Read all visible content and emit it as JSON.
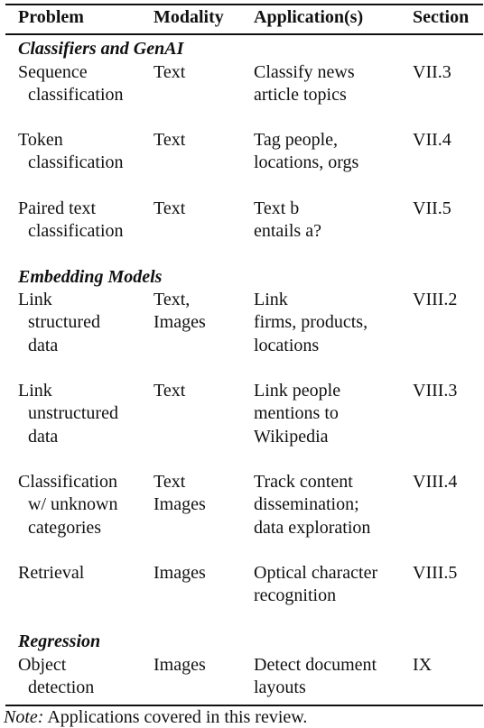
{
  "table": {
    "headers": {
      "problem": "Problem",
      "modality": "Modality",
      "applications": "Application(s)",
      "section": "Section"
    },
    "groups": [
      {
        "title": "Classifiers and GenAI",
        "rows": [
          {
            "problem": [
              "Sequence",
              "classification"
            ],
            "modality": [
              "Text"
            ],
            "applications": [
              "Classify news",
              "article topics"
            ],
            "section": "VII.3"
          },
          {
            "problem": [
              "Token",
              "classification"
            ],
            "modality": [
              "Text"
            ],
            "applications": [
              "Tag people,",
              "locations, orgs"
            ],
            "section": "VII.4"
          },
          {
            "problem": [
              "Paired text",
              "classification"
            ],
            "modality": [
              "Text"
            ],
            "applications": [
              "Text b",
              "entails a?"
            ],
            "section": "VII.5"
          }
        ]
      },
      {
        "title": "Embedding Models",
        "rows": [
          {
            "problem": [
              "Link",
              "structured",
              "data"
            ],
            "modality": [
              "Text,",
              "Images"
            ],
            "applications": [
              "Link",
              "firms, products,",
              "locations"
            ],
            "section": "VIII.2"
          },
          {
            "problem": [
              "Link",
              "unstructured",
              "data"
            ],
            "modality": [
              "Text"
            ],
            "applications": [
              "Link people",
              "mentions to",
              "Wikipedia"
            ],
            "section": "VIII.3"
          },
          {
            "problem": [
              "Classification",
              "w/ unknown",
              "categories"
            ],
            "modality": [
              "Text",
              "Images"
            ],
            "applications": [
              "Track content",
              "dissemination;",
              "data exploration"
            ],
            "section": "VIII.4"
          },
          {
            "problem": [
              "Retrieval"
            ],
            "modality": [
              "Images"
            ],
            "applications": [
              "Optical character",
              "recognition"
            ],
            "section": "VIII.5"
          }
        ]
      },
      {
        "title": "Regression",
        "rows": [
          {
            "problem": [
              "Object",
              "detection"
            ],
            "modality": [
              "Images"
            ],
            "applications": [
              "Detect document",
              "layouts"
            ],
            "section": "IX"
          }
        ]
      }
    ]
  },
  "note": {
    "label": "Note:",
    "text": "Applications covered in this review."
  }
}
